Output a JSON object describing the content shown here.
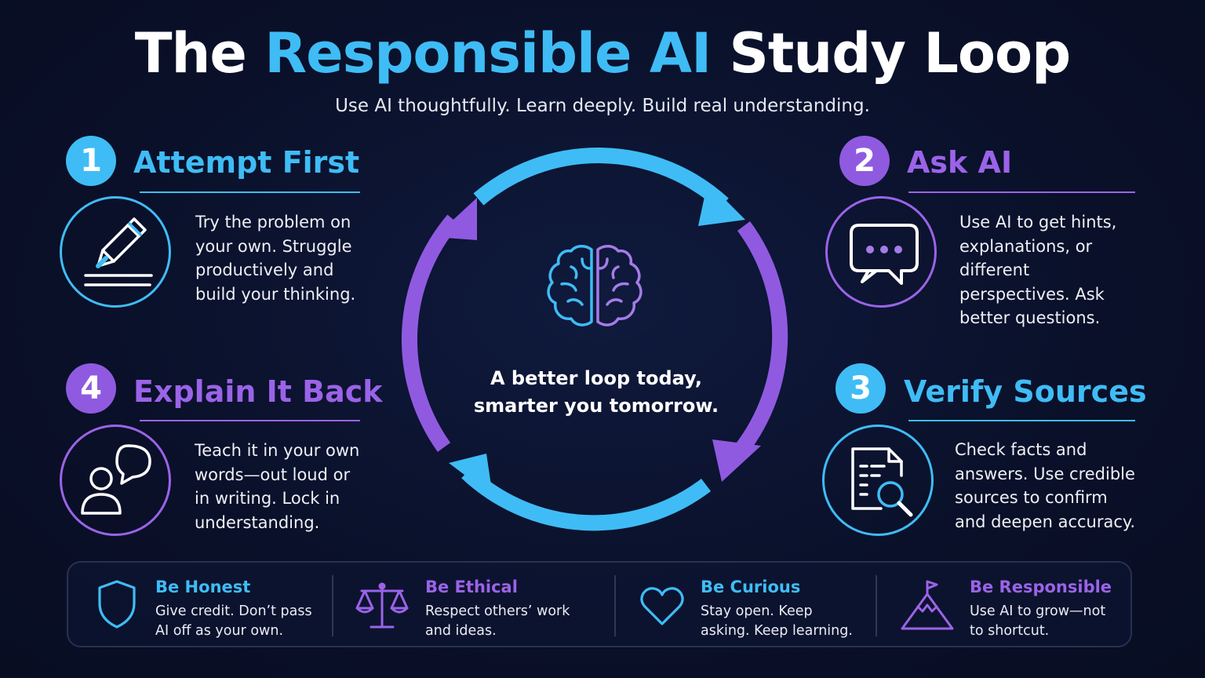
{
  "title": {
    "part1": "The ",
    "accent": "Responsible AI",
    "part2": " Study Loop"
  },
  "subtitle": "Use AI thoughtfully. Learn deeply. Build real understanding.",
  "colors": {
    "blue": "#3fbcf5",
    "purple": "#9b63e8",
    "background": "#0b1230"
  },
  "steps": [
    {
      "number": "1",
      "title": "Attempt First",
      "description": "Try the problem on your own. Struggle productively and build your thinking.",
      "icon": "pencil-icon",
      "color": "blue"
    },
    {
      "number": "2",
      "title": "Ask AI",
      "description": "Use AI to get hints, explanations, or different perspectives. Ask better questions.",
      "icon": "chat-bubble-icon",
      "color": "purple"
    },
    {
      "number": "3",
      "title": "Verify Sources",
      "description": "Check facts and answers. Use credible sources to confirm and deepen accuracy.",
      "icon": "document-search-icon",
      "color": "blue"
    },
    {
      "number": "4",
      "title": "Explain It Back",
      "description": "Teach it in your own words—out loud or in writing. Lock in understanding.",
      "icon": "person-speech-icon",
      "color": "purple"
    }
  ],
  "center": {
    "line1": "A better loop today,",
    "line2": "smarter you tomorrow.",
    "icon": "brain-icon"
  },
  "values": [
    {
      "title": "Be Honest",
      "description": "Give credit. Don’t pass AI off as your own.",
      "icon": "shield-icon",
      "color": "blue"
    },
    {
      "title": "Be Ethical",
      "description": "Respect others’ work and ideas.",
      "icon": "scales-icon",
      "color": "purple"
    },
    {
      "title": "Be Curious",
      "description": "Stay open. Keep asking. Keep learning.",
      "icon": "heart-icon",
      "color": "blue"
    },
    {
      "title": "Be Responsible",
      "description": "Use AI to grow—not to shortcut.",
      "icon": "mountain-flag-icon",
      "color": "purple"
    }
  ]
}
